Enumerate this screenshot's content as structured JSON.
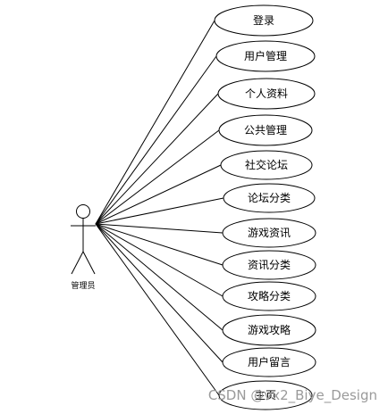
{
  "actor": {
    "label": "管理员"
  },
  "use_cases": [
    {
      "label": "登录"
    },
    {
      "label": "用户管理"
    },
    {
      "label": "个人资料"
    },
    {
      "label": "公共管理"
    },
    {
      "label": "社交论坛"
    },
    {
      "label": "论坛分类"
    },
    {
      "label": "游戏资讯"
    },
    {
      "label": "资讯分类"
    },
    {
      "label": "攻略分类"
    },
    {
      "label": "游戏攻略"
    },
    {
      "label": "用户留言"
    },
    {
      "label": "主页"
    }
  ],
  "watermark": {
    "text": "CSDN @vx2_Biye_Design"
  }
}
